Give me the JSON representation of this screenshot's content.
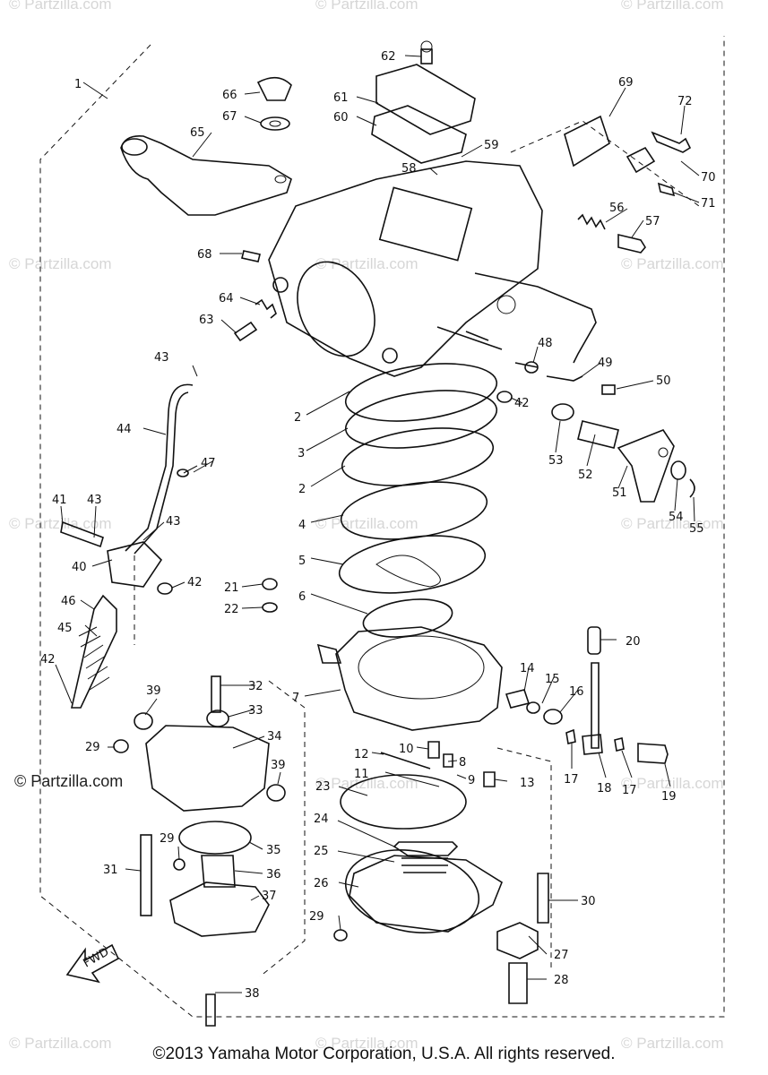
{
  "footer": "©2013 Yamaha Motor Corporation, U.S.A. All rights reserved.",
  "watermark": "© Partzilla.com",
  "fwd_label": "FWD",
  "callouts": {
    "c1": "1",
    "c2a": "2",
    "c2b": "2",
    "c3": "3",
    "c4": "4",
    "c5": "5",
    "c6": "6",
    "c7": "7",
    "c8": "8",
    "c9": "9",
    "c10": "10",
    "c11": "11",
    "c12": "12",
    "c13": "13",
    "c14": "14",
    "c15": "15",
    "c16": "16",
    "c17a": "17",
    "c17b": "17",
    "c18": "18",
    "c19": "19",
    "c20": "20",
    "c21": "21",
    "c22": "22",
    "c23": "23",
    "c24": "24",
    "c25": "25",
    "c26": "26",
    "c27": "27",
    "c28": "28",
    "c29a": "29",
    "c29b": "29",
    "c29c": "29",
    "c30": "30",
    "c31": "31",
    "c32": "32",
    "c33": "33",
    "c34": "34",
    "c35": "35",
    "c36": "36",
    "c37": "37",
    "c38": "38",
    "c39a": "39",
    "c39b": "39",
    "c40": "40",
    "c41": "41",
    "c42a": "42",
    "c42b": "42",
    "c42c": "42",
    "c43a": "43",
    "c43b": "43",
    "c43c": "43",
    "c44": "44",
    "c45": "45",
    "c46": "46",
    "c47": "47",
    "c48": "48",
    "c49": "49",
    "c50": "50",
    "c51": "51",
    "c52": "52",
    "c53": "53",
    "c54": "54",
    "c55": "55",
    "c56": "56",
    "c57": "57",
    "c58": "58",
    "c59": "59",
    "c60": "60",
    "c61": "61",
    "c62": "62",
    "c63": "63",
    "c64": "64",
    "c65": "65",
    "c66": "66",
    "c67": "67",
    "c68": "68",
    "c69": "69",
    "c70": "70",
    "c71": "71",
    "c72": "72"
  }
}
